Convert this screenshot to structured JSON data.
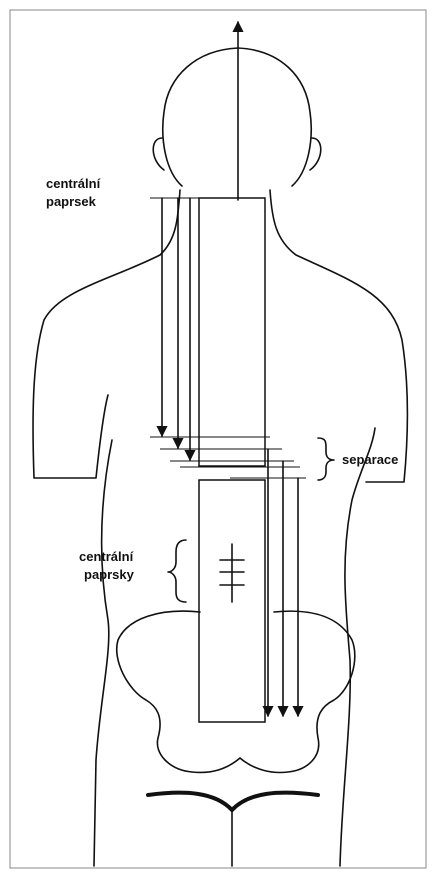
{
  "labels": {
    "top_line1": "centrální",
    "top_line2": "paprsek",
    "separation": "separace",
    "mid_line1": "centrální",
    "mid_line2": "paprsky"
  },
  "colors": {
    "ink": "#111111",
    "background": "#ffffff",
    "frame": "#8a8a8a"
  }
}
